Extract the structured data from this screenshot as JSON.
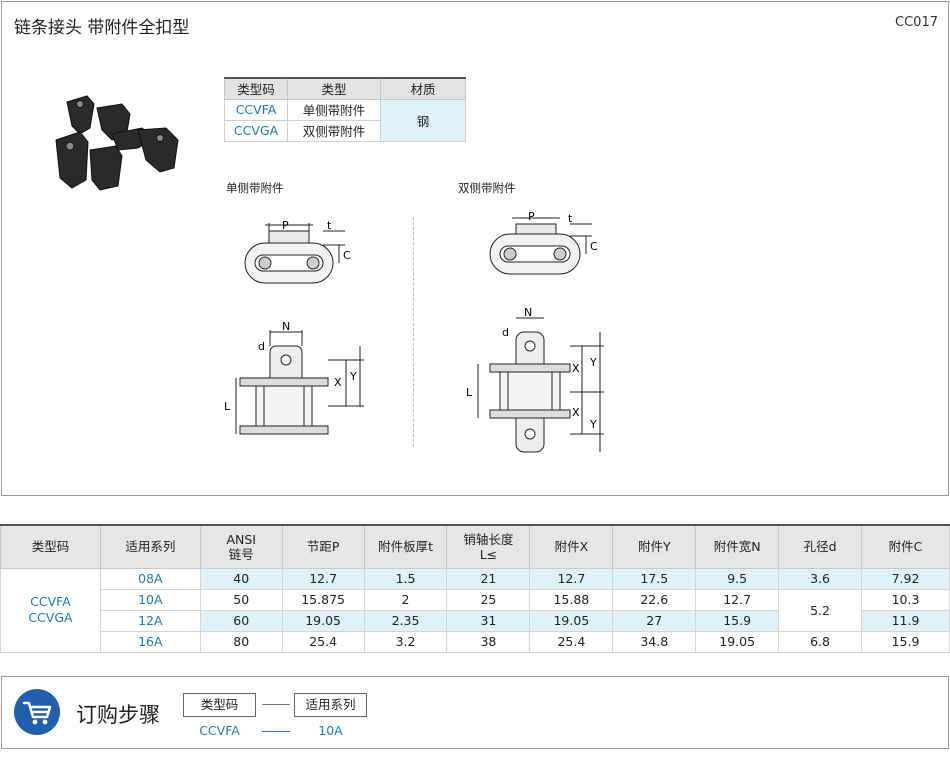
{
  "header": {
    "title": "链条接头   带附件全扣型",
    "code": "CC017"
  },
  "type_table": {
    "headers": [
      "类型码",
      "类型",
      "材质"
    ],
    "rows": [
      {
        "code": "CCVFA",
        "type": "单侧带附件"
      },
      {
        "code": "CCVGA",
        "type": "双侧带附件"
      }
    ],
    "material": "钢"
  },
  "diagrams": {
    "single_label": "单侧带附件",
    "double_label": "双侧带附件",
    "dims": {
      "P": "P",
      "t": "t",
      "C": "C",
      "N": "N",
      "d": "d",
      "X": "X",
      "Y": "Y",
      "L": "L"
    }
  },
  "spec_table": {
    "headers": [
      "类型码",
      "适用系列",
      "ANSI\n链号",
      "节距P",
      "附件板厚t",
      "销轴长度\nL≤",
      "附件X",
      "附件Y",
      "附件宽N",
      "孔径d",
      "附件C"
    ],
    "type_codes": "CCVFA\nCCVGA",
    "rows": [
      {
        "series": "08A",
        "ansi": "40",
        "p": "12.7",
        "t": "1.5",
        "l": "21",
        "x": "12.7",
        "y": "17.5",
        "n": "9.5",
        "d": "3.6",
        "c": "7.92"
      },
      {
        "series": "10A",
        "ansi": "50",
        "p": "15.875",
        "t": "2",
        "l": "25",
        "x": "15.88",
        "y": "22.6",
        "n": "12.7",
        "d": "5.2",
        "c": "10.3"
      },
      {
        "series": "12A",
        "ansi": "60",
        "p": "19.05",
        "t": "2.35",
        "l": "31",
        "x": "19.05",
        "y": "27",
        "n": "15.9",
        "c": "11.9"
      },
      {
        "series": "16A",
        "ansi": "80",
        "p": "25.4",
        "t": "3.2",
        "l": "38",
        "x": "25.4",
        "y": "34.8",
        "n": "19.05",
        "d": "6.8",
        "c": "15.9"
      }
    ]
  },
  "order": {
    "title": "订购步骤",
    "labels": [
      "类型码",
      "适用系列"
    ],
    "example": [
      "CCVFA",
      "10A"
    ],
    "dash": "——"
  },
  "colors": {
    "accent": "#1a7ac0",
    "shade": "#dff1fb",
    "cart": "#1f5fb0"
  }
}
